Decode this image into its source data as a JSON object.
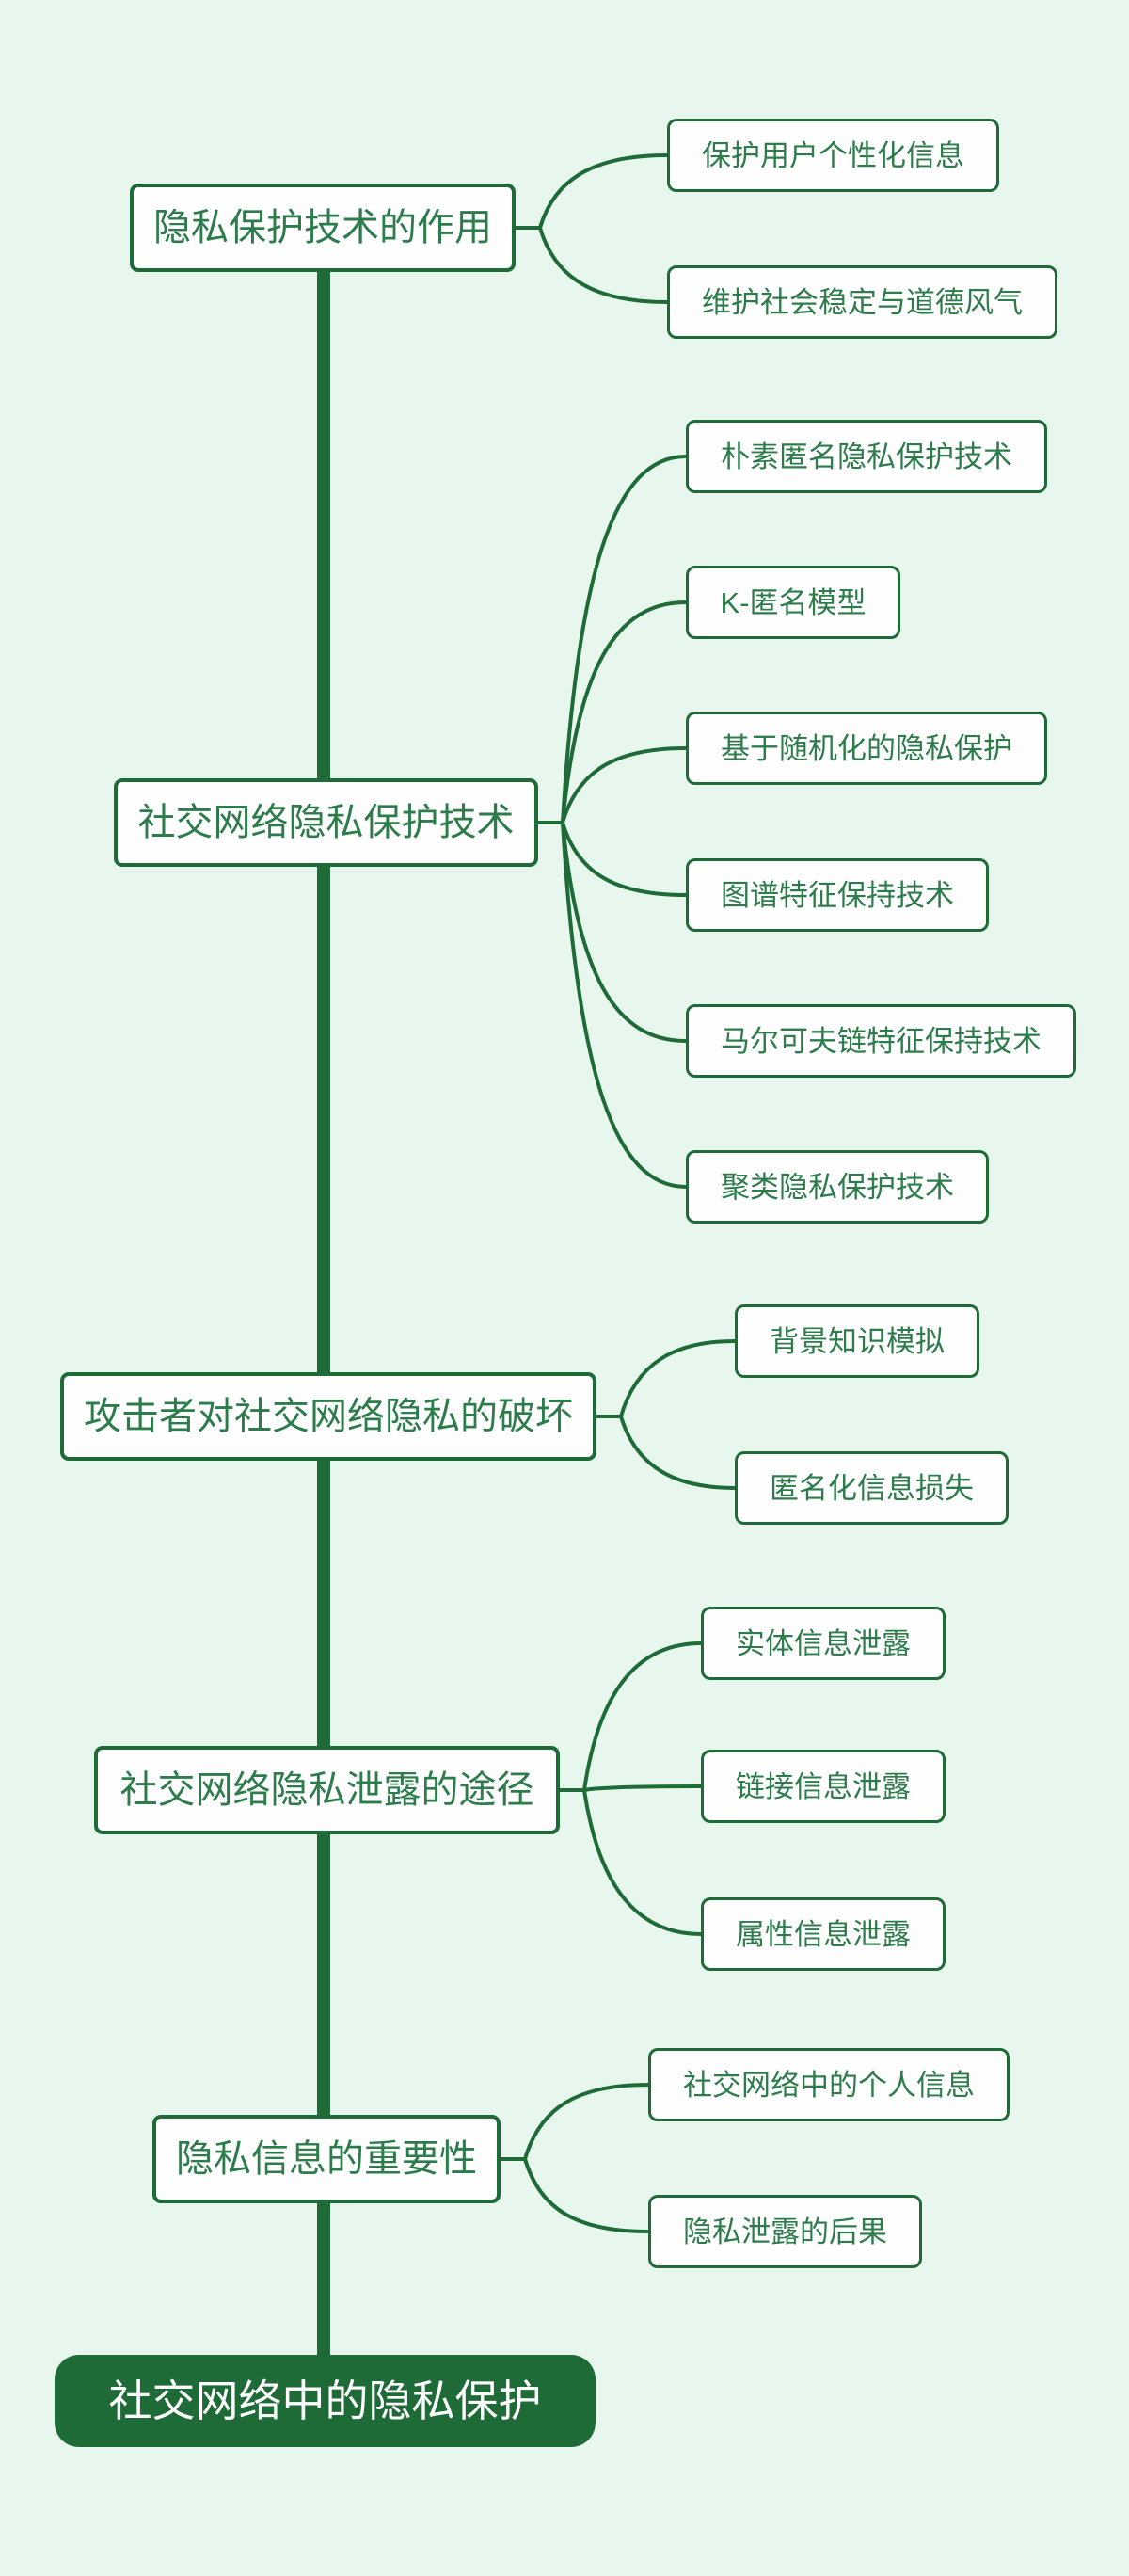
{
  "colors": {
    "background": "#e8f7ed",
    "line": "#1e6b37",
    "node_border": "#1e6b37",
    "node_fill": "#fefefe",
    "node_text": "#2d7c4b",
    "root_fill": "#1e6b37",
    "root_text": "#ffffff"
  },
  "mindmap": {
    "root": {
      "label": "社交网络中的隐私保护"
    },
    "topics": [
      {
        "label": "隐私保护技术的作用",
        "children": [
          {
            "label": "保护用户个性化信息"
          },
          {
            "label": "维护社会稳定与道德风气"
          }
        ]
      },
      {
        "label": "社交网络隐私保护技术",
        "children": [
          {
            "label": "朴素匿名隐私保护技术"
          },
          {
            "label": "K-匿名模型"
          },
          {
            "label": "基于随机化的隐私保护"
          },
          {
            "label": "图谱特征保持技术"
          },
          {
            "label": "马尔可夫链特征保持技术"
          },
          {
            "label": "聚类隐私保护技术"
          }
        ]
      },
      {
        "label": "攻击者对社交网络隐私的破坏",
        "children": [
          {
            "label": "背景知识模拟"
          },
          {
            "label": "匿名化信息损失"
          }
        ]
      },
      {
        "label": "社交网络隐私泄露的途径",
        "children": [
          {
            "label": "实体信息泄露"
          },
          {
            "label": "链接信息泄露"
          },
          {
            "label": "属性信息泄露"
          }
        ]
      },
      {
        "label": "隐私信息的重要性",
        "children": [
          {
            "label": "社交网络中的个人信息"
          },
          {
            "label": "隐私泄露的后果"
          }
        ]
      }
    ]
  }
}
